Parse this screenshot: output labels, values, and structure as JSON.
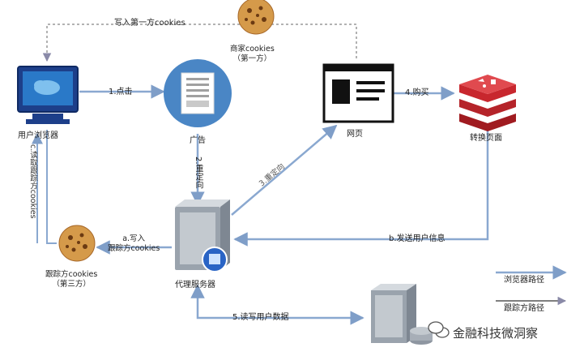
{
  "nodes": {
    "browser": "用户浏览器",
    "ad": "广告",
    "webpage": "网页",
    "conversion_page": "转换页面",
    "proxy_server": "代理服务器",
    "first_party_cookie": "商家cookies\n（第一方）",
    "third_party_cookie": "跟踪方cookies\n（第三方）"
  },
  "edges": {
    "write_first_party": "写入第一方cookies",
    "click": "1.点击",
    "redirect": "2.重定向",
    "redirect_webpage": "3.重定向",
    "purchase": "4.购买",
    "send_user_info": "b.发送用户信息",
    "write_tracker": "a.写入\n跟踪方cookies",
    "read_tracker": "c.读取跟踪方cookies",
    "read_write_data": "5.读写用户数据"
  },
  "legend": {
    "browser_path": "浏览器路径",
    "tracker_path": "跟踪方路径"
  },
  "watermark": "金融科技微洞察",
  "colors": {
    "flow": "#8aa8d0",
    "dotted": "#999999",
    "monitor": "#1d3f8a",
    "ad_circle": "#4a86c5",
    "cookie": "#c98a3a",
    "redis": "#c8272e"
  }
}
